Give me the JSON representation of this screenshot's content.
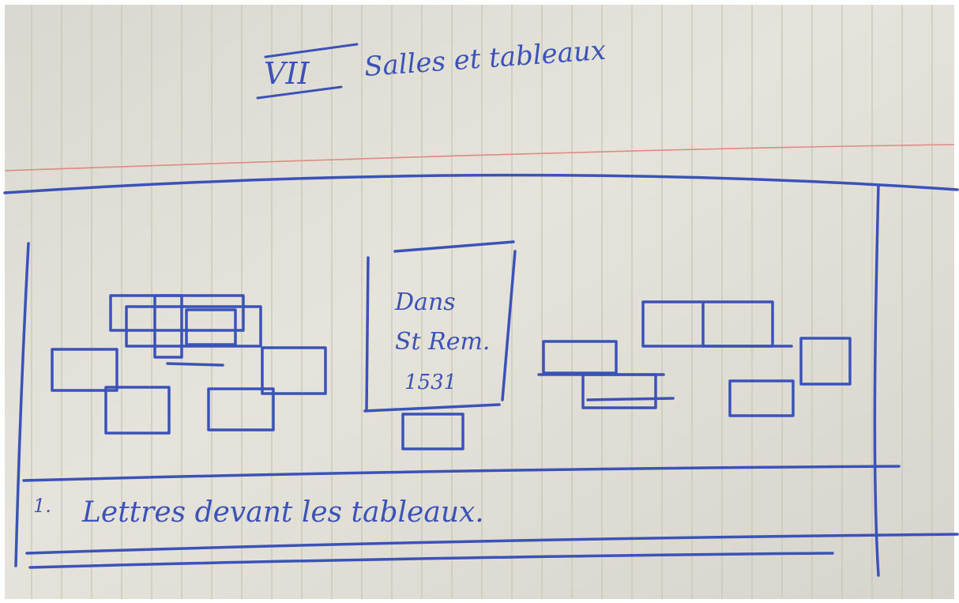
{
  "sheet": {
    "heading_number": "VII",
    "heading_text": "Salles et tableaux",
    "center_panel_lines": [
      "Dans",
      "St Rem.",
      "1531"
    ],
    "caption_marker": "1.",
    "caption_text": "Lettres devant les tableaux."
  },
  "colors": {
    "paper": "#e3e1d6",
    "grid_line": "#cbc9be",
    "margin_line": "#e08a86",
    "ink": "#3b52b8"
  }
}
